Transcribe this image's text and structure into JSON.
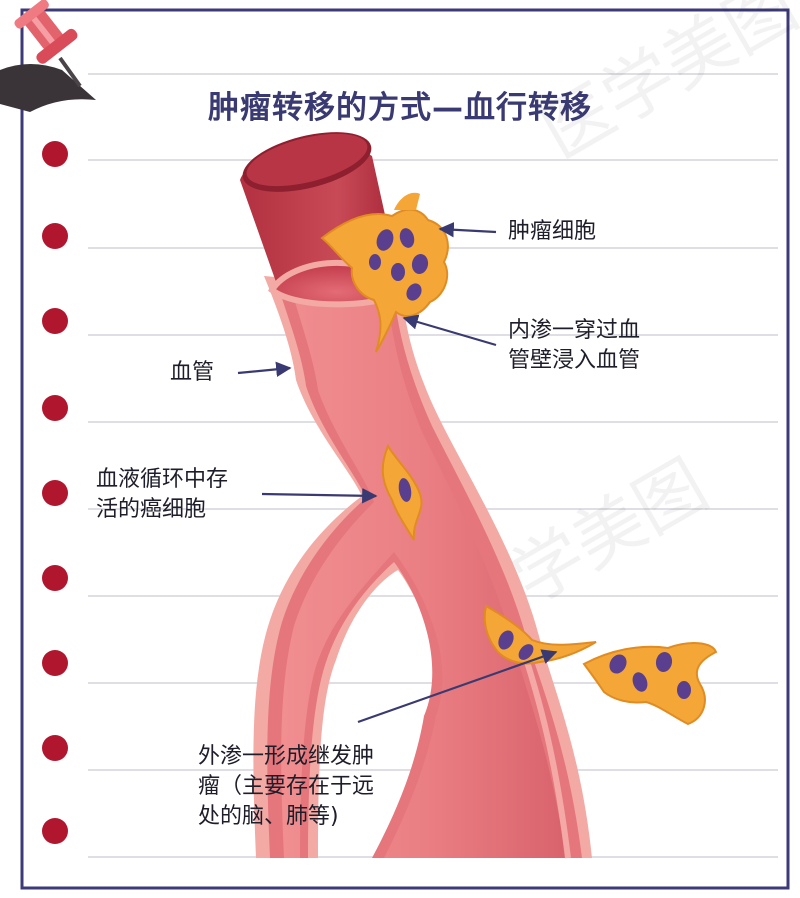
{
  "title": "肿瘤转移的方式—血行转移",
  "labels": {
    "tumor_cells": "肿瘤细胞",
    "intravasation": [
      "内渗一穿过血",
      "管壁浸入血管"
    ],
    "vessel": "血管",
    "circulating": [
      "血液循环中存",
      "活的癌细胞"
    ],
    "extravasation": [
      "外渗一形成继发肿",
      "瘤（主要存在于远",
      "处的脑、肺等)"
    ]
  },
  "watermark": "医学美图",
  "icons": [
    "pushpin-icon",
    "binder-hole-icon"
  ],
  "colors": {
    "frame": "#3d3a78",
    "ruled_line": "#d4d4dc",
    "binder_hole": "#b0172e",
    "vessel_outer": "#f3aaa4",
    "vessel_wall": "#e5767c",
    "vessel_lumen": "#ec8a8c",
    "vessel_top": "#b83545",
    "cell_body": "#f4a636",
    "cell_nucleus": "#5a3f8e",
    "arrow": "#3a3a72"
  }
}
